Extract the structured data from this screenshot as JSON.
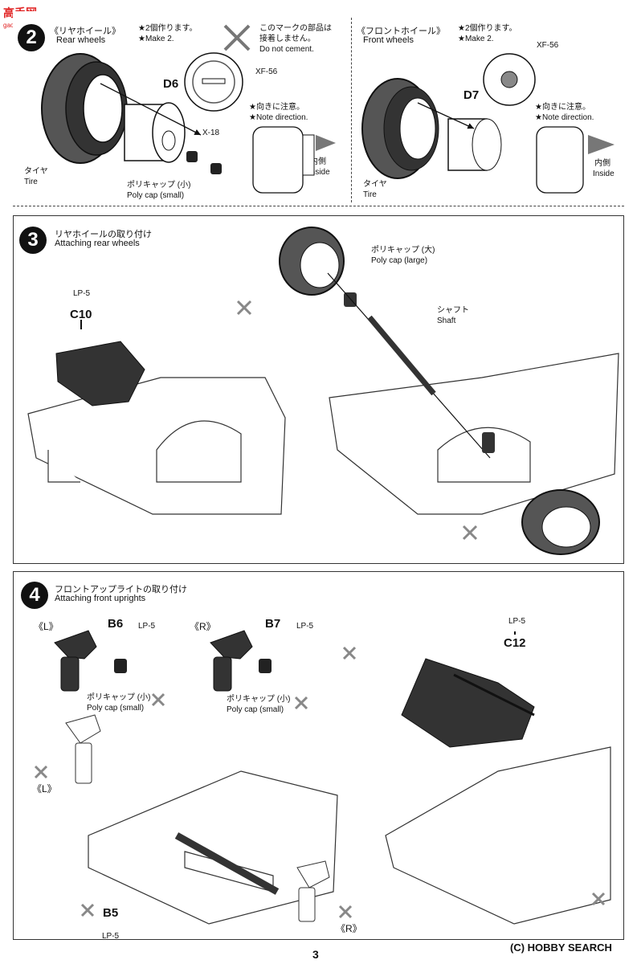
{
  "watermark": {
    "text": "高手网",
    "sub": "gao-shou.com"
  },
  "step2": {
    "number": "2",
    "rear": {
      "title_jp": "《リヤホイール》",
      "title_en": "Rear wheels",
      "make_jp": "★2個作ります。",
      "make_en": "★Make 2.",
      "part_code": "D6",
      "tire_jp": "タイヤ",
      "tire_en": "Tire",
      "polycap_jp": "ポリキャップ (小)",
      "polycap_en": "Poly cap (small)",
      "paint_xf": "XF-56",
      "paint_x": "X-18",
      "direction_jp": "★向きに注意。",
      "direction_en": "★Note direction.",
      "inside_jp": "内側",
      "inside_en": "Inside"
    },
    "nocement": {
      "line1": "このマークの部品は",
      "line2": "接着しません。",
      "line3": "Do not cement."
    },
    "front": {
      "title_jp": "《フロントホイール》",
      "title_en": "Front wheels",
      "make_jp": "★2個作ります。",
      "make_en": "★Make 2.",
      "part_code": "D7",
      "paint_xf": "XF-56",
      "tire_jp": "タイヤ",
      "tire_en": "Tire",
      "direction_jp": "★向きに注意。",
      "direction_en": "★Note direction.",
      "inside_jp": "内側",
      "inside_en": "Inside"
    }
  },
  "step3": {
    "number": "3",
    "title_jp": "リヤホイールの取り付け",
    "title_en": "Attaching rear wheels",
    "paint": "LP-5",
    "part_code": "C10",
    "polycap_jp": "ポリキャップ (大)",
    "polycap_en": "Poly cap (large)",
    "shaft_jp": "シャフト",
    "shaft_en": "Shaft"
  },
  "step4": {
    "number": "4",
    "title_jp": "フロントアップライトの取り付け",
    "title_en": "Attaching front uprights",
    "left_tag": "《L》",
    "right_tag": "《R》",
    "b6": "B6",
    "b7": "B7",
    "b5": "B5",
    "c12": "C12",
    "paint": "LP-5",
    "polycap_jp": "ポリキャップ (小)",
    "polycap_en": "Poly cap (small)"
  },
  "footer": {
    "page_number": "3",
    "copyright": "(C) HOBBY SEARCH",
    "brand": "HOBBY SEARCH"
  }
}
